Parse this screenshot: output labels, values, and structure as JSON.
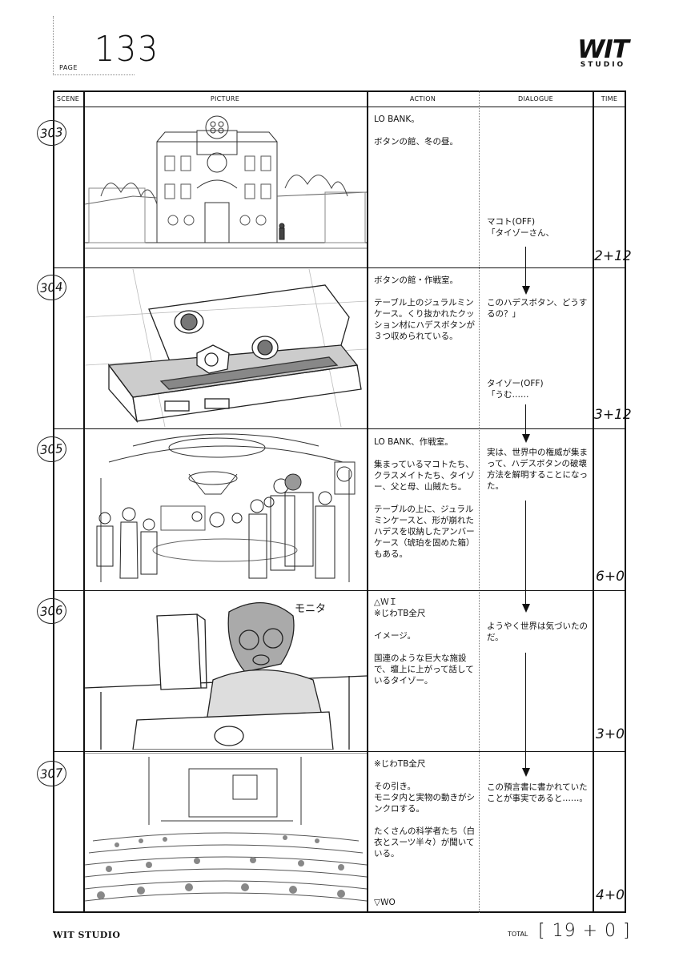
{
  "header": {
    "page_label": "PAGE",
    "page_number": "133",
    "logo_top": "WIT",
    "logo_bottom": "STUDIO"
  },
  "columns": {
    "scene": "SCENE",
    "picture": "PICTURE",
    "action": "ACTION",
    "dialogue": "DIALOGUE",
    "time": "TIME"
  },
  "rows": [
    {
      "scene": "303",
      "action": "LO BANK。\n\nボタンの館、冬の昼。",
      "dialogue": "マコト(OFF)\n「タイゾーさん、",
      "time": "2+12"
    },
    {
      "scene": "304",
      "action": "ボタンの館・作戦室。\n\nテーブル上のジュラルミンケース。くり抜かれたクッション材にハデスボタンが３つ収められている。",
      "dialogue": "このハデスボタン、どうするの？」",
      "dialogue2": "タイゾー(OFF)\n「うむ……",
      "time": "3+12"
    },
    {
      "scene": "305",
      "action": "LO BANK、作戦室。\n\n集まっているマコトたち、クラスメイトたち、タイゾー、父と母、山賊たち。\n\nテーブルの上に、ジュラルミンケースと、形が崩れたハデスを収納したアンバーケース（琥珀を固めた箱）もある。",
      "dialogue": "実は、世界中の権威が集まって、ハデスボタンの破壊方法を解明することになった。",
      "time": "6+0"
    },
    {
      "scene": "306",
      "picture_note": "モニタ",
      "action": "△ＷＩ\n※じわTB全尺\n\nイメージ。\n\n国連のような巨大な施設で、壇上に上がって話しているタイゾー。",
      "dialogue": "ようやく世界は気づいたのだ。",
      "time": "3+0"
    },
    {
      "scene": "307",
      "action": "※じわTB全尺\n\nその引き。\nモニタ内と実物の動きがシンクロする。\n\nたくさんの科学者たち（白衣とスーツ半々）が聞いている。",
      "action_end": "▽WO",
      "dialogue": "この預言書に書かれていたことが事実であると……。",
      "time": "4+0"
    }
  ],
  "footer": {
    "studio": "WIT STUDIO",
    "total_label": "TOTAL",
    "total_value": "[ 19 + 0 ]"
  }
}
